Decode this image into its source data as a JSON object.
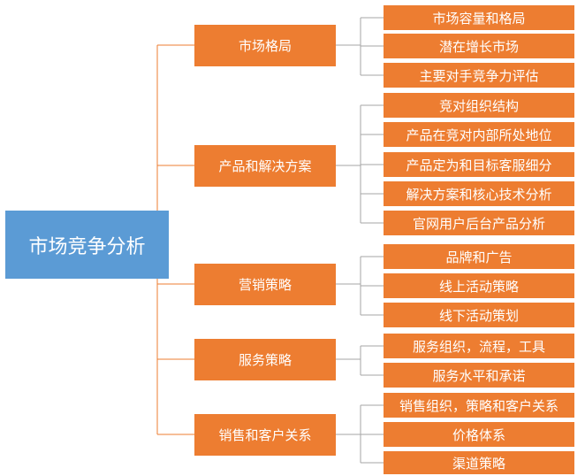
{
  "root": {
    "label": "市场竞争分析"
  },
  "categories": [
    {
      "label": "市场格局",
      "items": [
        "市场容量和格局",
        "潜在增长市场",
        "主要对手竞争力评估"
      ]
    },
    {
      "label": "产品和解决方案",
      "items": [
        "竞对组织结构",
        "产品在竞对内部所处地位",
        "产品定为和目标客服细分",
        "解决方案和核心技术分析",
        "官网用户后台产品分析"
      ]
    },
    {
      "label": "营销策略",
      "items": [
        "品牌和广告",
        "线上活动策略",
        "线下活动策划"
      ]
    },
    {
      "label": "服务策略",
      "items": [
        "服务组织，流程，工具",
        "服务水平和承诺"
      ]
    },
    {
      "label": "销售和客户关系",
      "items": [
        "销售组织，策略和客户关系",
        "价格体系",
        "渠道策略"
      ]
    }
  ],
  "colors": {
    "root": "#5b9bd5",
    "node": "#ed7d31",
    "connector_root": "#ed7d31",
    "connector_leaf": "#a5a5a5"
  }
}
